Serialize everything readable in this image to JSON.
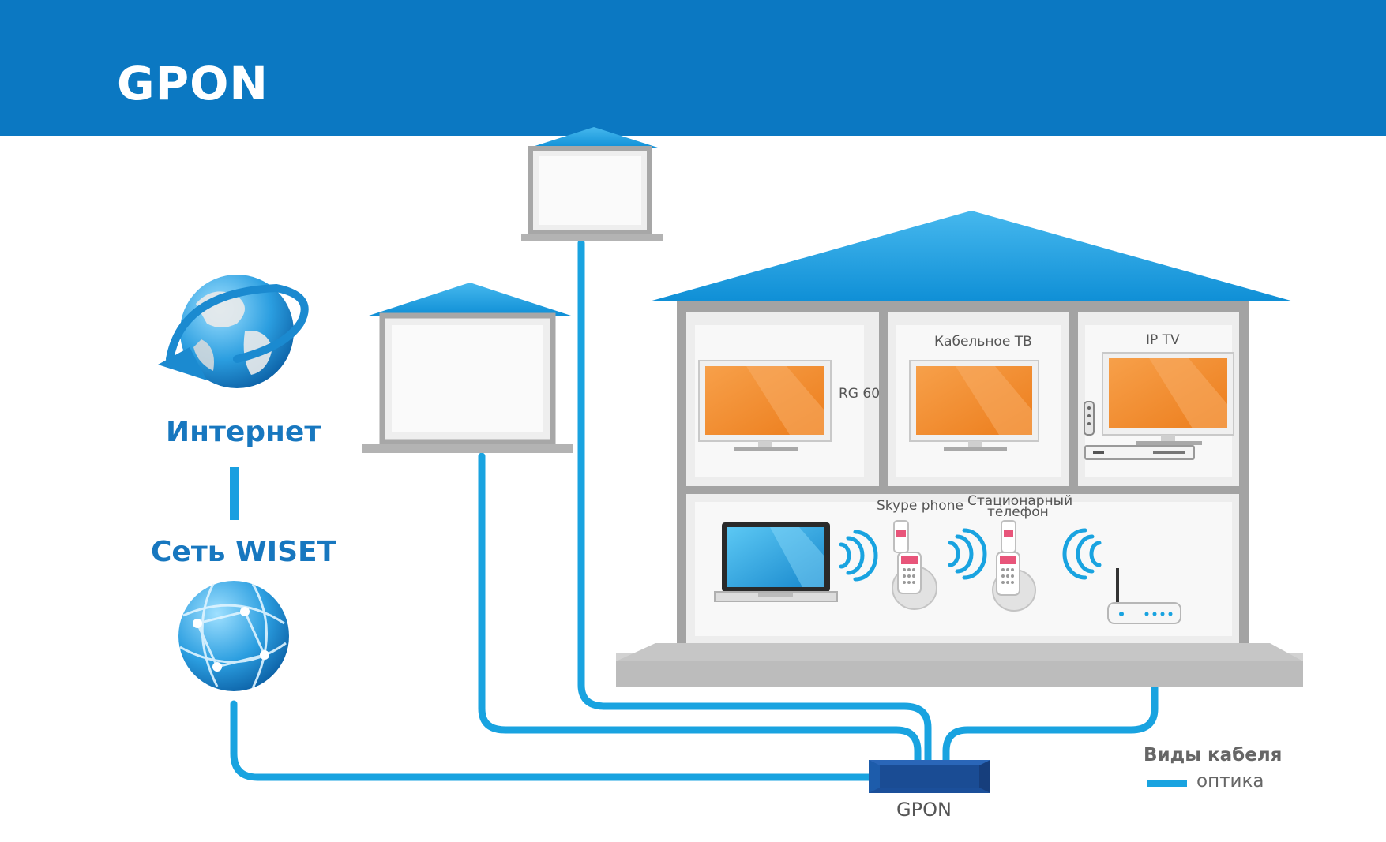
{
  "header": {
    "title": "GPON"
  },
  "network": {
    "internet_label": "Интернет",
    "wiset_label": "Сеть WISET",
    "gpon_device_label": "GPON"
  },
  "house": {
    "rooms": {
      "cable_tv_label": "Кабельное ТВ",
      "iptv_label": "IP TV",
      "rg60_label": "RG 60",
      "skype_phone_label": "Skype phone",
      "landline_phone_label_line1": "Стационарный",
      "landline_phone_label_line2": "телефон"
    }
  },
  "legend": {
    "title": "Виды кабеля",
    "items": [
      {
        "label": "оптика",
        "color": "#19a3e0"
      }
    ]
  },
  "colors": {
    "header": "#0b78c2",
    "fiber": "#19a3e0",
    "roof": "#1a9fe0",
    "tv_screen": "#f08a2a",
    "wall": "#9b9b9b"
  }
}
